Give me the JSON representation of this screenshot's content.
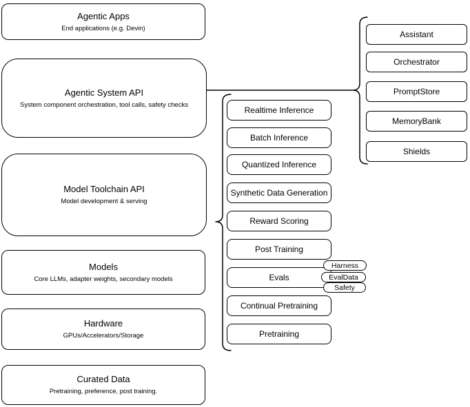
{
  "canvas": {
    "background": "#ffffff",
    "stroke_color": "#000000",
    "text_color": "#000000"
  },
  "left_stack": {
    "boxes": [
      {
        "title": "Agentic Apps",
        "subtitle": "End applications (e.g. Devin)"
      },
      {
        "title": "Agentic System API",
        "subtitle": "System component orchestration, tool calls, safety checks"
      },
      {
        "title": "Model Toolchain API",
        "subtitle": "Model development & serving"
      },
      {
        "title": "Models",
        "subtitle": "Core LLMs, adapter weights, secondary models"
      },
      {
        "title": "Hardware",
        "subtitle": "GPUs/Accelerators/Storage"
      },
      {
        "title": "Curated Data",
        "subtitle": "Pretraining, preference, post training."
      }
    ]
  },
  "toolchain": {
    "items": [
      {
        "label": "Realtime Inference"
      },
      {
        "label": "Batch Inference"
      },
      {
        "label": "Quantized Inference"
      },
      {
        "label": "Synthetic Data Generation"
      },
      {
        "label": "Reward Scoring"
      },
      {
        "label": "Post Training"
      },
      {
        "label": "Evals"
      },
      {
        "label": "Continual Pretraining"
      },
      {
        "label": "Pretraining"
      }
    ],
    "eval_tags": [
      {
        "label": "Harness"
      },
      {
        "label": "EvalData"
      },
      {
        "label": "Safety"
      }
    ]
  },
  "system_components": {
    "items": [
      {
        "label": "Assistant"
      },
      {
        "label": "Orchestrator"
      },
      {
        "label": "PromptStore"
      },
      {
        "label": "MemoryBank"
      },
      {
        "label": "Shields"
      }
    ]
  }
}
